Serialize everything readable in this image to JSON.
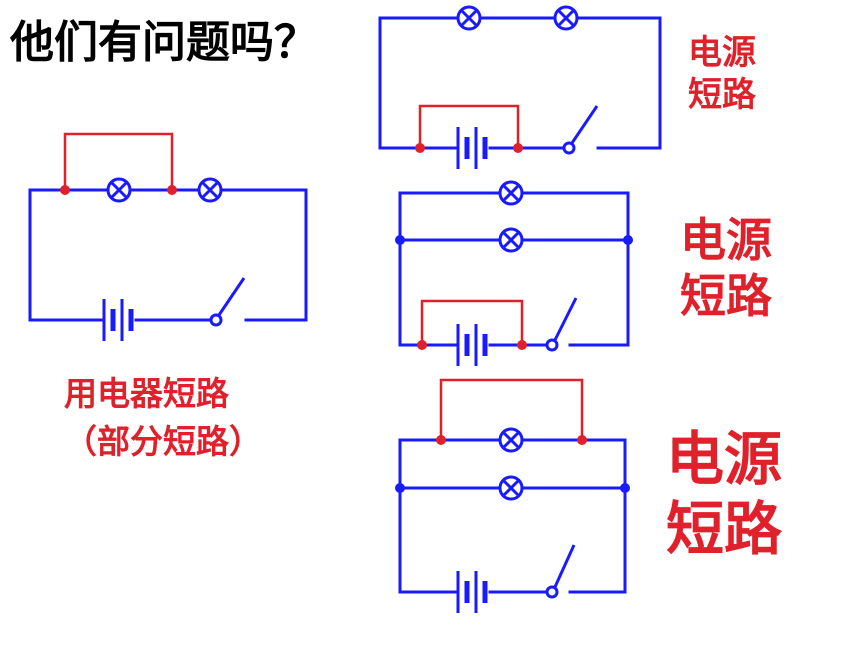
{
  "title": "他们有问题吗？",
  "colors": {
    "wire": "#1a1aff",
    "short": "#e0202a",
    "text": "#000000"
  },
  "icons": {
    "lamp": "lamp-icon",
    "battery": "battery-icon",
    "switch": "switch-icon"
  },
  "labels": {
    "top_right": {
      "line1": "电源",
      "line2": "短路"
    },
    "mid_right": {
      "line1": "电源",
      "line2": "短路"
    },
    "bottom_right": {
      "line1": "电源",
      "line2": "短路"
    },
    "left": {
      "line1": "用电器短路",
      "line2": "（部分短路）"
    }
  }
}
